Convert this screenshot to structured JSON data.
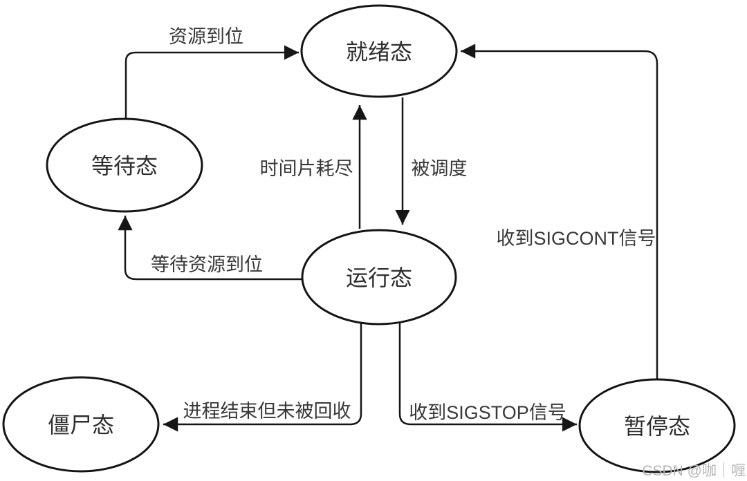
{
  "diagram": {
    "kind": "process-state-transition-diagram",
    "nodes": [
      {
        "id": "ready",
        "label": "就绪态"
      },
      {
        "id": "waiting",
        "label": "等待态"
      },
      {
        "id": "running",
        "label": "运行态"
      },
      {
        "id": "zombie",
        "label": "僵尸态"
      },
      {
        "id": "paused",
        "label": "暂停态"
      }
    ],
    "edges": [
      {
        "from": "waiting",
        "to": "ready",
        "label": "资源到位"
      },
      {
        "from": "running",
        "to": "ready",
        "label": "时间片耗尽"
      },
      {
        "from": "ready",
        "to": "running",
        "label": "被调度"
      },
      {
        "from": "running",
        "to": "waiting",
        "label": "等待资源到位"
      },
      {
        "from": "paused",
        "to": "ready",
        "label": "收到SIGCONT信号"
      },
      {
        "from": "running",
        "to": "zombie",
        "label": "进程结束但未被回收"
      },
      {
        "from": "running",
        "to": "paused",
        "label": "收到SIGSTOP信号"
      }
    ],
    "watermark": "CSDN @咖｜喱",
    "colors": {
      "background": "#ffffff",
      "shape_stroke": "#141414",
      "edge_stroke": "#161616",
      "node_text": "#2e2e2e",
      "edge_text": "#383838",
      "watermark_text": "#b5b5b5"
    }
  }
}
